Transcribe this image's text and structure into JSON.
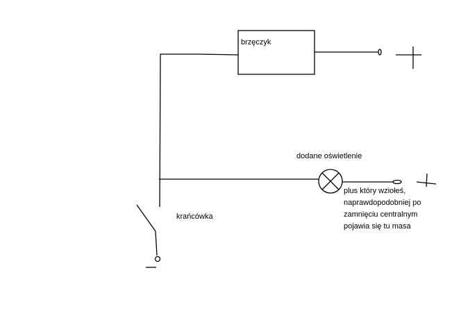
{
  "labels": {
    "buzzer": "brzęczyk",
    "light": "dodane oświetlenie",
    "switch": "krańcówka",
    "note": [
      "plus który wziołeś,",
      "naprawdopodobniej po",
      "zamnięciu centralnym",
      "pojawia się tu masa"
    ]
  },
  "colors": {
    "line": "#000000",
    "background": "#ffffff"
  }
}
